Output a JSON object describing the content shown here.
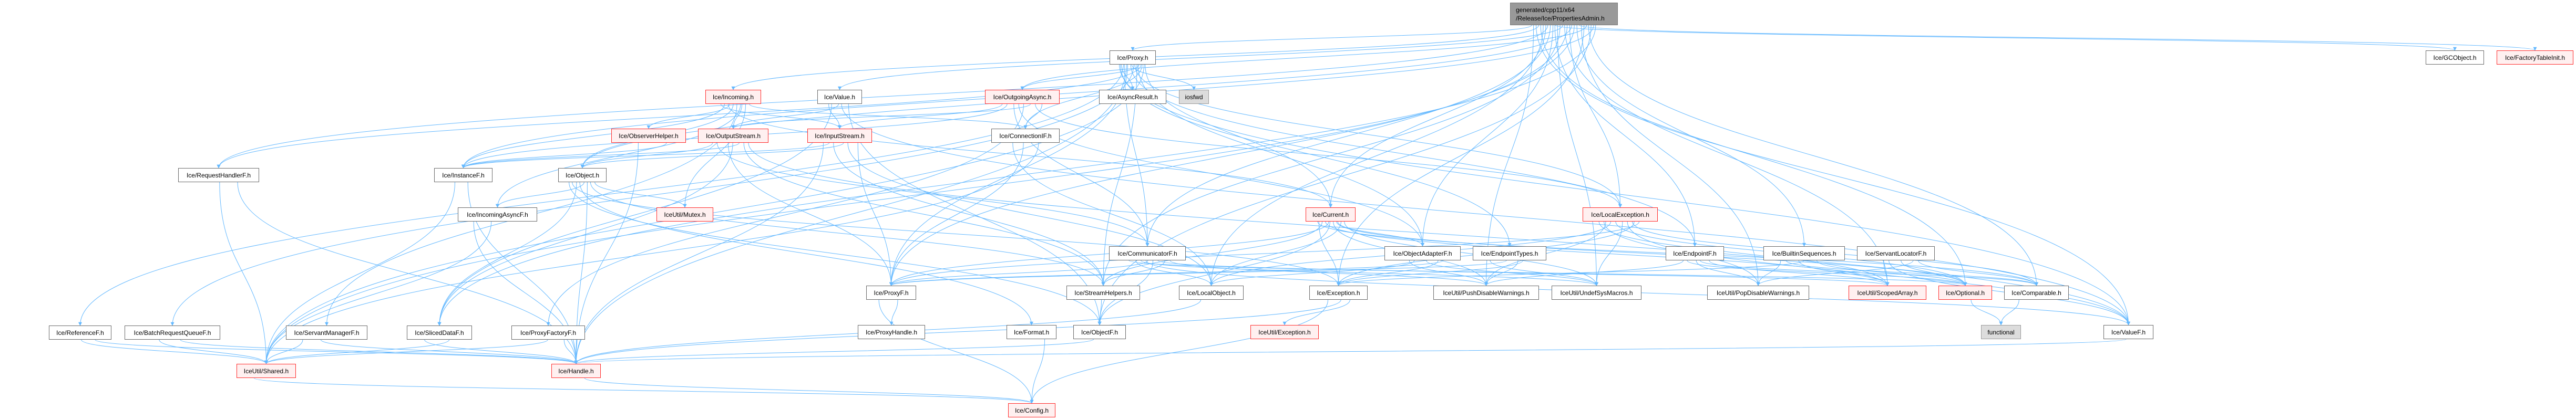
{
  "title": "Include dependency graph for PropertiesAdmin.h",
  "colors": {
    "edge": "#63b8ff",
    "node_border": "#6a6a6a",
    "red_border": "#ff2a2a",
    "red_fill": "#fff0f0",
    "root_fill": "#999999",
    "system_fill": "#dcdcdc"
  },
  "nodes": {
    "root": {
      "label": "generated/cpp11/x64\n/Release/Ice/PropertiesAdmin.h",
      "kind": "root"
    },
    "proxy": {
      "label": "Ice/Proxy.h",
      "kind": "normal"
    },
    "gcobject": {
      "label": "Ice/GCObject.h",
      "kind": "normal"
    },
    "factory": {
      "label": "Ice/FactoryTableInit.h",
      "kind": "red"
    },
    "incoming": {
      "label": "Ice/Incoming.h",
      "kind": "red"
    },
    "value": {
      "label": "Ice/Value.h",
      "kind": "normal"
    },
    "outgoingasync": {
      "label": "Ice/OutgoingAsync.h",
      "kind": "red"
    },
    "asyncresult": {
      "label": "Ice/AsyncResult.h",
      "kind": "normal"
    },
    "iosfwd": {
      "label": "iosfwd",
      "kind": "system"
    },
    "observerhelper": {
      "label": "Ice/ObserverHelper.h",
      "kind": "red"
    },
    "outputstream": {
      "label": "Ice/OutputStream.h",
      "kind": "red"
    },
    "inputstream": {
      "label": "Ice/InputStream.h",
      "kind": "red"
    },
    "connectionif": {
      "label": "Ice/ConnectionIF.h",
      "kind": "normal"
    },
    "requesthandlerf": {
      "label": "Ice/RequestHandlerF.h",
      "kind": "normal"
    },
    "instancef": {
      "label": "Ice/InstanceF.h",
      "kind": "normal"
    },
    "object": {
      "label": "Ice/Object.h",
      "kind": "normal"
    },
    "incomingasyncf": {
      "label": "Ice/IncomingAsyncF.h",
      "kind": "normal"
    },
    "mutex": {
      "label": "IceUtil/Mutex.h",
      "kind": "red"
    },
    "current": {
      "label": "Ice/Current.h",
      "kind": "red"
    },
    "localexception": {
      "label": "Ice/LocalException.h",
      "kind": "red"
    },
    "communicatorf": {
      "label": "Ice/CommunicatorF.h",
      "kind": "normal"
    },
    "objectadapterf": {
      "label": "Ice/ObjectAdapterF.h",
      "kind": "normal"
    },
    "endpointtypes": {
      "label": "Ice/EndpointTypes.h",
      "kind": "normal"
    },
    "endpointf": {
      "label": "Ice/EndpointF.h",
      "kind": "normal"
    },
    "builtinsequences": {
      "label": "Ice/BuiltinSequences.h",
      "kind": "normal"
    },
    "servantlocatorf": {
      "label": "Ice/ServantLocatorF.h",
      "kind": "normal"
    },
    "proxyf": {
      "label": "Ice/ProxyF.h",
      "kind": "normal"
    },
    "streamhelpers": {
      "label": "Ice/StreamHelpers.h",
      "kind": "normal"
    },
    "localobject": {
      "label": "Ice/LocalObject.h",
      "kind": "normal"
    },
    "exception": {
      "label": "Ice/Exception.h",
      "kind": "normal"
    },
    "pushdisable": {
      "label": "IceUtil/PushDisableWarnings.h",
      "kind": "normal"
    },
    "undefsys": {
      "label": "IceUtil/UndefSysMacros.h",
      "kind": "normal"
    },
    "popdisable": {
      "label": "IceUtil/PopDisableWarnings.h",
      "kind": "normal"
    },
    "scopedarray": {
      "label": "IceUtil/ScopedArray.h",
      "kind": "red"
    },
    "optional": {
      "label": "Ice/Optional.h",
      "kind": "red"
    },
    "comparable": {
      "label": "Ice/Comparable.h",
      "kind": "normal"
    },
    "referencef": {
      "label": "Ice/ReferenceF.h",
      "kind": "normal"
    },
    "batchrequestqueuef": {
      "label": "Ice/BatchRequestQueueF.h",
      "kind": "normal"
    },
    "servantmanagerf": {
      "label": "Ice/ServantManagerF.h",
      "kind": "normal"
    },
    "slicedataf": {
      "label": "Ice/SlicedDataF.h",
      "kind": "normal"
    },
    "proxyfactoryf": {
      "label": "Ice/ProxyFactoryF.h",
      "kind": "normal"
    },
    "proxyhandle": {
      "label": "Ice/ProxyHandle.h",
      "kind": "normal"
    },
    "format": {
      "label": "Ice/Format.h",
      "kind": "normal"
    },
    "objectf": {
      "label": "Ice/ObjectF.h",
      "kind": "normal"
    },
    "iceutilexception": {
      "label": "IceUtil/Exception.h",
      "kind": "red"
    },
    "functional": {
      "label": "functional",
      "kind": "system"
    },
    "valuef": {
      "label": "Ice/ValueF.h",
      "kind": "normal"
    },
    "shared": {
      "label": "IceUtil/Shared.h",
      "kind": "red"
    },
    "handle": {
      "label": "Ice/Handle.h",
      "kind": "red"
    },
    "config": {
      "label": "Ice/Config.h",
      "kind": "red"
    }
  },
  "edges": [
    [
      "root",
      "proxy"
    ],
    [
      "root",
      "gcobject"
    ],
    [
      "root",
      "factory"
    ],
    [
      "root",
      "incoming"
    ],
    [
      "root",
      "value"
    ],
    [
      "root",
      "outgoingasync"
    ],
    [
      "root",
      "current"
    ],
    [
      "root",
      "localexception"
    ],
    [
      "root",
      "object"
    ],
    [
      "root",
      "objectadapterf"
    ],
    [
      "root",
      "builtinsequences"
    ],
    [
      "root",
      "valuef"
    ],
    [
      "root",
      "streamhelpers"
    ],
    [
      "root",
      "exception"
    ],
    [
      "root",
      "localobject"
    ],
    [
      "root",
      "proxyf"
    ],
    [
      "root",
      "objectf"
    ],
    [
      "root",
      "communicatorf"
    ],
    [
      "root",
      "shared"
    ],
    [
      "root",
      "pushdisable"
    ],
    [
      "root",
      "undefsys"
    ],
    [
      "root",
      "popdisable"
    ],
    [
      "root",
      "optional"
    ],
    [
      "root",
      "scopedarray"
    ],
    [
      "root",
      "comparable"
    ],
    [
      "root",
      "requesthandlerf"
    ],
    [
      "root",
      "instancef"
    ],
    [
      "root",
      "slicedataf"
    ],
    [
      "root",
      "endpointf"
    ],
    [
      "proxy",
      "outgoingasync"
    ],
    [
      "proxy",
      "asyncresult"
    ],
    [
      "proxy",
      "iosfwd"
    ],
    [
      "proxy",
      "connectionif"
    ],
    [
      "proxy",
      "communicatorf"
    ],
    [
      "proxy",
      "localexception"
    ],
    [
      "proxy",
      "current"
    ],
    [
      "proxy",
      "proxyf"
    ],
    [
      "proxy",
      "objectadapterf"
    ],
    [
      "proxy",
      "endpointtypes"
    ],
    [
      "proxy",
      "endpointf"
    ],
    [
      "proxy",
      "requesthandlerf"
    ],
    [
      "proxy",
      "referencef"
    ],
    [
      "proxy",
      "batchrequestqueuef"
    ],
    [
      "proxy",
      "shared"
    ],
    [
      "proxy",
      "handle"
    ],
    [
      "proxy",
      "streamhelpers"
    ],
    [
      "proxy",
      "valuef"
    ],
    [
      "incoming",
      "observerhelper"
    ],
    [
      "incoming",
      "outputstream"
    ],
    [
      "incoming",
      "inputstream"
    ],
    [
      "incoming",
      "object"
    ],
    [
      "incoming",
      "mutex"
    ],
    [
      "incoming",
      "instancef"
    ],
    [
      "incoming",
      "servantmanagerf"
    ],
    [
      "incoming",
      "connectionif"
    ],
    [
      "incoming",
      "current"
    ],
    [
      "incoming",
      "incomingasyncf"
    ],
    [
      "value",
      "inputstream"
    ],
    [
      "value",
      "outputstream"
    ],
    [
      "value",
      "objectf"
    ],
    [
      "value",
      "slicedataf"
    ],
    [
      "value",
      "valuef"
    ],
    [
      "outgoingasync",
      "connectionif"
    ],
    [
      "outgoingasync",
      "communicatorf"
    ],
    [
      "outgoingasync",
      "outputstream"
    ],
    [
      "outgoingasync",
      "inputstream"
    ],
    [
      "outgoingasync",
      "objectadapterf"
    ],
    [
      "outgoingasync",
      "localexception"
    ],
    [
      "outgoingasync",
      "instancef"
    ],
    [
      "outgoingasync",
      "proxyfactoryf"
    ],
    [
      "observerhelper",
      "instancef"
    ],
    [
      "observerhelper",
      "handle"
    ],
    [
      "outputstream",
      "instancef"
    ],
    [
      "outputstream",
      "object"
    ],
    [
      "outputstream",
      "proxyf"
    ],
    [
      "outputstream",
      "streamhelpers"
    ],
    [
      "outputstream",
      "communicatorf"
    ],
    [
      "outputstream",
      "slicedataf"
    ],
    [
      "outputstream",
      "valuef"
    ],
    [
      "inputstream",
      "instancef"
    ],
    [
      "inputstream",
      "object"
    ],
    [
      "inputstream",
      "proxyf"
    ],
    [
      "inputstream",
      "streamhelpers"
    ],
    [
      "inputstream",
      "localobject"
    ],
    [
      "inputstream",
      "handle"
    ],
    [
      "connectionif",
      "proxyf"
    ],
    [
      "connectionif",
      "shared"
    ],
    [
      "connectionif",
      "localobject"
    ],
    [
      "object",
      "incomingasyncf"
    ],
    [
      "object",
      "mutex"
    ],
    [
      "object",
      "slicedataf"
    ],
    [
      "object",
      "handle"
    ],
    [
      "object",
      "objectf"
    ],
    [
      "object",
      "format"
    ],
    [
      "object",
      "streamhelpers"
    ],
    [
      "object",
      "exception"
    ],
    [
      "requesthandlerf",
      "shared"
    ],
    [
      "requesthandlerf",
      "handle"
    ],
    [
      "instancef",
      "shared"
    ],
    [
      "instancef",
      "handle"
    ],
    [
      "incomingasyncf",
      "handle"
    ],
    [
      "incomingasyncf",
      "shared"
    ],
    [
      "current",
      "objectadapterf"
    ],
    [
      "current",
      "exception"
    ],
    [
      "current",
      "objectf"
    ],
    [
      "current",
      "localobject"
    ],
    [
      "current",
      "streamhelpers"
    ],
    [
      "current",
      "pushdisable"
    ],
    [
      "current",
      "undefsys"
    ],
    [
      "current",
      "scopedarray"
    ],
    [
      "current",
      "optional"
    ],
    [
      "current",
      "comparable"
    ],
    [
      "current",
      "proxyf"
    ],
    [
      "localexception",
      "exception"
    ],
    [
      "localexception",
      "pushdisable"
    ],
    [
      "localexception",
      "undefsys"
    ],
    [
      "localexception",
      "proxyf"
    ],
    [
      "localexception",
      "localobject"
    ],
    [
      "localexception",
      "popdisable"
    ],
    [
      "localexception",
      "scopedarray"
    ],
    [
      "localexception",
      "optional"
    ],
    [
      "localexception",
      "comparable"
    ],
    [
      "localexception",
      "valuef"
    ],
    [
      "communicatorf",
      "proxyf"
    ],
    [
      "communicatorf",
      "streamhelpers"
    ],
    [
      "communicatorf",
      "localobject"
    ],
    [
      "communicatorf",
      "objectf"
    ],
    [
      "communicatorf",
      "pushdisable"
    ],
    [
      "communicatorf",
      "undefsys"
    ],
    [
      "communicatorf",
      "scopedarray"
    ],
    [
      "communicatorf",
      "optional"
    ],
    [
      "communicatorf",
      "valuef"
    ],
    [
      "objectadapterf",
      "exception"
    ],
    [
      "objectadapterf",
      "pushdisable"
    ],
    [
      "objectadapterf",
      "undefsys"
    ],
    [
      "objectadapterf",
      "proxyf"
    ],
    [
      "objectadapterf",
      "localobject"
    ],
    [
      "endpointtypes",
      "pushdisable"
    ],
    [
      "endpointtypes",
      "undefsys"
    ],
    [
      "endpointtypes",
      "proxyf"
    ],
    [
      "endpointtypes",
      "exception"
    ],
    [
      "endpointf",
      "pushdisable"
    ],
    [
      "endpointf",
      "popdisable"
    ],
    [
      "endpointf",
      "scopedarray"
    ],
    [
      "endpointf",
      "optional"
    ],
    [
      "endpointf",
      "comparable"
    ],
    [
      "builtinsequences",
      "popdisable"
    ],
    [
      "builtinsequences",
      "scopedarray"
    ],
    [
      "builtinsequences",
      "optional"
    ],
    [
      "builtinsequences",
      "comparable"
    ],
    [
      "builtinsequences",
      "exception"
    ],
    [
      "servantlocatorf",
      "popdisable"
    ],
    [
      "servantlocatorf",
      "scopedarray"
    ],
    [
      "servantlocatorf",
      "optional"
    ],
    [
      "servantlocatorf",
      "comparable"
    ],
    [
      "servantlocatorf",
      "valuef"
    ],
    [
      "proxyf",
      "proxyhandle"
    ],
    [
      "proxyf",
      "config"
    ],
    [
      "streamhelpers",
      "objectf"
    ],
    [
      "exception",
      "iceutilexception"
    ],
    [
      "exception",
      "config"
    ],
    [
      "exception",
      "handle"
    ],
    [
      "format",
      "config"
    ],
    [
      "objectf",
      "handle"
    ],
    [
      "optional",
      "functional"
    ],
    [
      "comparable",
      "functional"
    ],
    [
      "valuef",
      "handle"
    ],
    [
      "handle",
      "config"
    ],
    [
      "shared",
      "config"
    ],
    [
      "referencef",
      "shared"
    ],
    [
      "referencef",
      "handle"
    ],
    [
      "batchrequestqueuef",
      "shared"
    ],
    [
      "batchrequestqueuef",
      "handle"
    ],
    [
      "servantmanagerf",
      "shared"
    ],
    [
      "servantmanagerf",
      "handle"
    ],
    [
      "slicedataf",
      "shared"
    ],
    [
      "slicedataf",
      "handle"
    ],
    [
      "proxyfactoryf",
      "shared"
    ],
    [
      "proxyfactoryf",
      "handle"
    ],
    [
      "localobject",
      "handle"
    ]
  ]
}
